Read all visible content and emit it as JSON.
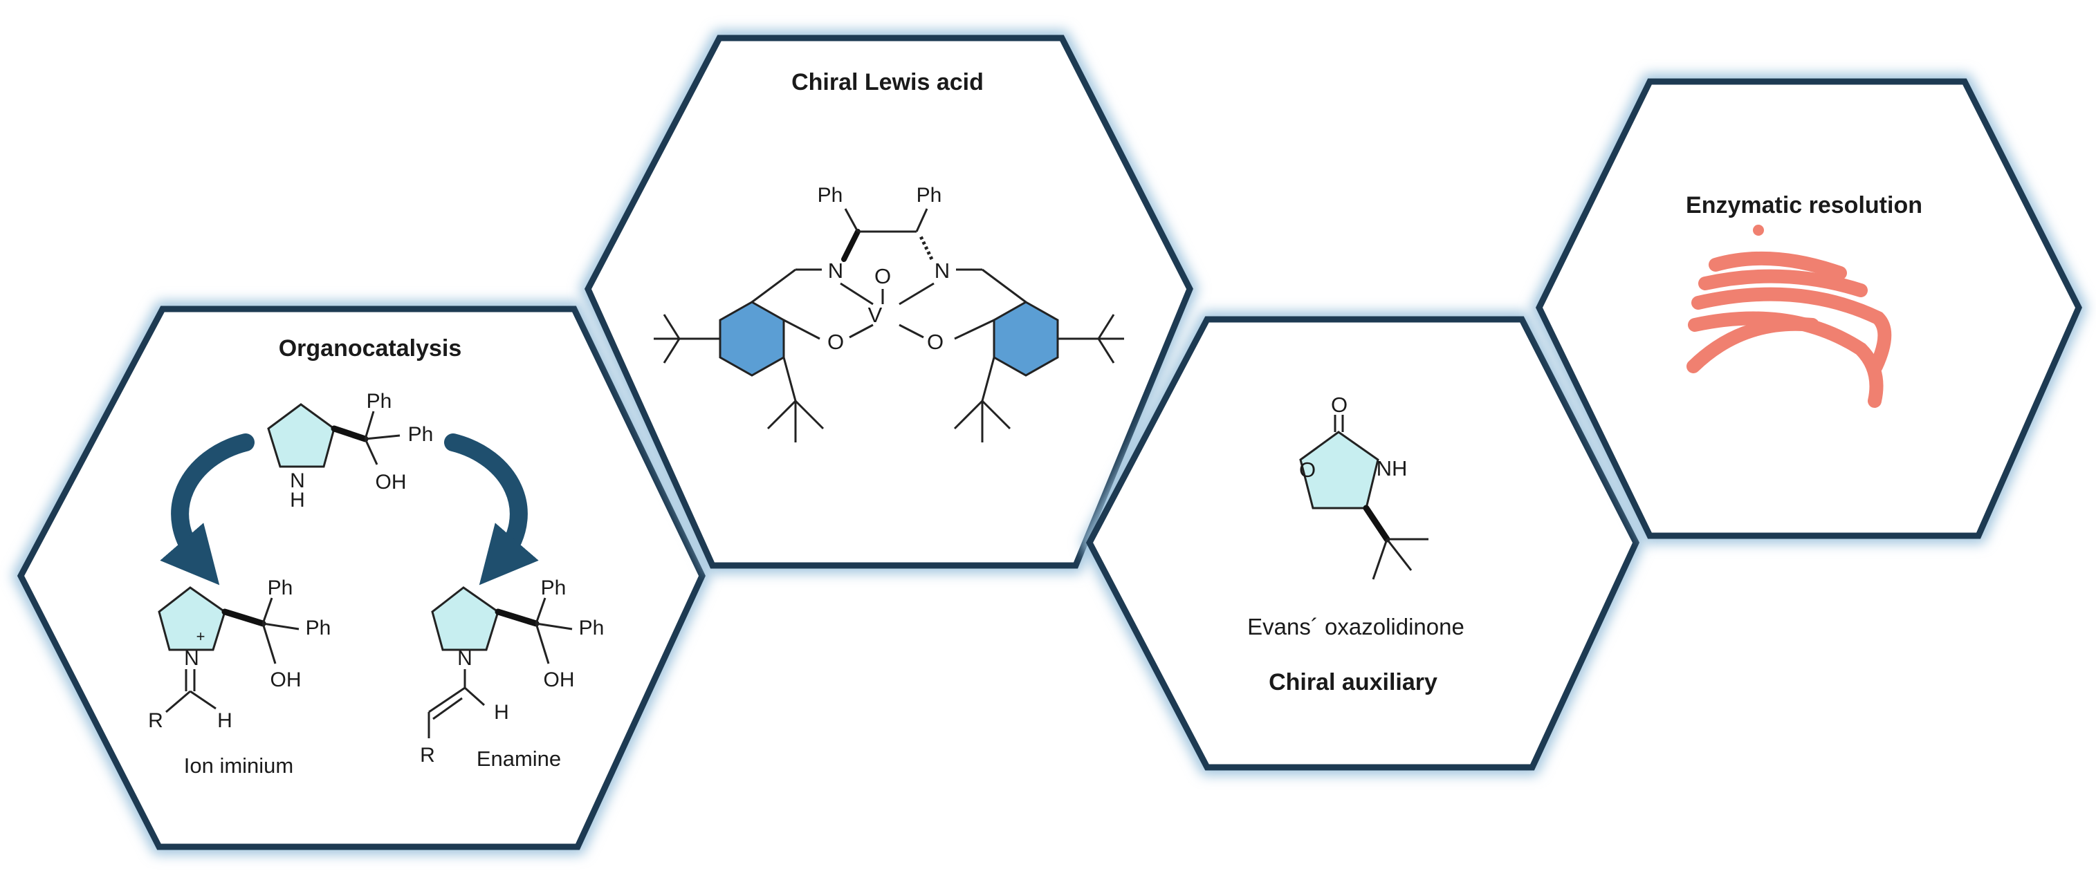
{
  "colors": {
    "hex_border": "#1d3a52",
    "hex_glow": "#9ec3dd",
    "ring_fill": "#c7eef0",
    "benzene_fill": "#5b9ed4",
    "arrow": "#1f4f6e",
    "enzyme": "#f08070"
  },
  "organocatalysis": {
    "title": "Organocatalysis",
    "catalyst": {
      "nh": "N",
      "h": "H",
      "ph1": "Ph",
      "ph2": "Ph",
      "oh": "OH"
    },
    "iminium": {
      "n": "N",
      "plus": "+",
      "ph1": "Ph",
      "ph2": "Ph",
      "oh": "OH",
      "r": "R",
      "h": "H",
      "label": "Ion iminium"
    },
    "enamine": {
      "n": "N",
      "ph1": "Ph",
      "ph2": "Ph",
      "oh": "OH",
      "r": "R",
      "h": "H",
      "label": "Enamine"
    }
  },
  "lewis_acid": {
    "title": "Chiral Lewis acid",
    "ph_left": "Ph",
    "ph_right": "Ph",
    "n_left": "N",
    "n_right": "N",
    "o_top": "O",
    "v": "V",
    "o_left": "O",
    "o_right": "O"
  },
  "auxiliary": {
    "carbonyl_o": "O",
    "ring_o": "O",
    "nh": "NH",
    "compound": "Evans´ oxazolidinone",
    "title": "Chiral auxiliary"
  },
  "enzymatic": {
    "title": "Enzymatic resolution",
    "icon": "enzyme-icon"
  }
}
